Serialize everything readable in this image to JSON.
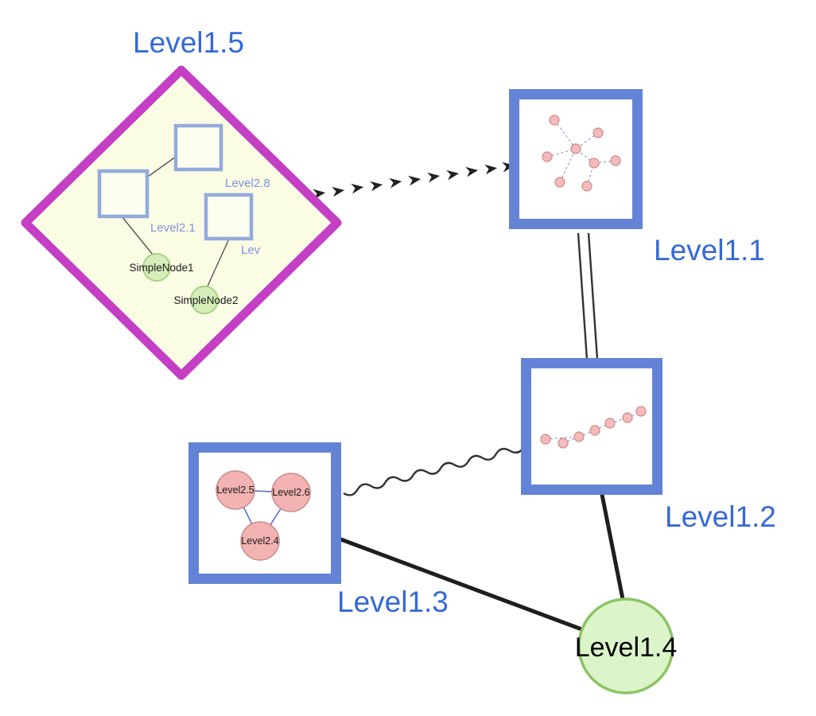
{
  "nodes": {
    "level1_5": {
      "label": "Level1.5",
      "shape": "diamond",
      "kind": "group"
    },
    "level1_1": {
      "label": "Level1.1",
      "shape": "square",
      "kind": "group"
    },
    "level1_2": {
      "label": "Level1.2",
      "shape": "square",
      "kind": "group"
    },
    "level1_3": {
      "label": "Level1.3",
      "shape": "square",
      "kind": "group"
    },
    "level1_4": {
      "label": "Level1.4",
      "shape": "circle",
      "kind": "leaf"
    }
  },
  "children": {
    "level1_5": {
      "level2_8": {
        "label": "Level2.8",
        "shape": "square"
      },
      "level2_1": {
        "label": "Level2.1",
        "shape": "square"
      },
      "lev": {
        "label": "Lev",
        "shape": "square"
      },
      "simple_node1": {
        "label": "SimpleNode1",
        "shape": "circle"
      },
      "simple_node2": {
        "label": "SimpleNode2",
        "shape": "circle"
      }
    },
    "level1_3": {
      "level2_5": {
        "label": "Level2.5",
        "shape": "circle"
      },
      "level2_6": {
        "label": "Level2.6",
        "shape": "circle"
      },
      "level2_4": {
        "label": "Level2.4",
        "shape": "circle"
      }
    }
  },
  "edges": [
    {
      "from": "Level1.5",
      "to": "Level1.1",
      "style": "bold-dashed-arrowheads"
    },
    {
      "from": "Level1.1",
      "to": "Level1.2",
      "style": "double-parallel"
    },
    {
      "from": "Level1.3",
      "to": "Level1.2",
      "style": "wavy"
    },
    {
      "from": "Level1.3",
      "to": "Level1.4",
      "style": "solid-bold"
    },
    {
      "from": "Level1.2",
      "to": "Level1.4",
      "style": "solid-bold"
    }
  ],
  "colors": {
    "node_label_blue": "#3569d6",
    "inner_label_blue": "#7d92d8",
    "diamond_border_magenta": "#c43fc4",
    "diamond_fill_yellow": "#fbfce4",
    "group_border_blue": "#6383d6",
    "inner_square_border_blue": "#93aadc",
    "green_fill": "#dcf4c9",
    "green_border": "#8cc464",
    "pink_fill": "#f3b3b3",
    "pink_border": "#c98b8b",
    "edge_black": "#222222",
    "mini_edge_blue": "#8888cc"
  }
}
